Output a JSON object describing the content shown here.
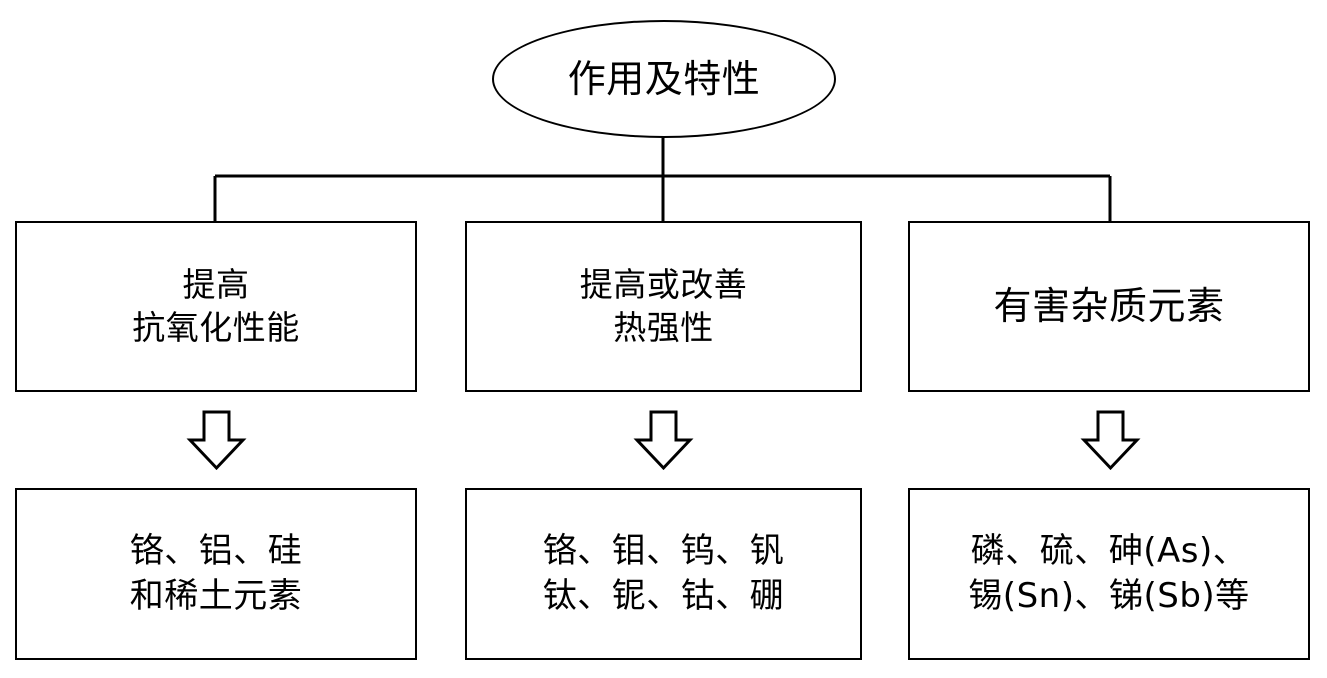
{
  "diagram": {
    "root": {
      "label": "作用及特性",
      "shape": "ellipse"
    },
    "branches": [
      {
        "category_line1": "提高",
        "category_line2": "抗氧化性能",
        "connector_icon": "down-block-arrow-icon",
        "elements_line1": "铬、铝、硅",
        "elements_line2": "和稀土元素"
      },
      {
        "category_line1": "提高或改善",
        "category_line2": "热强性",
        "connector_icon": "down-block-arrow-icon",
        "elements_line1": "铬、钼、钨、钒",
        "elements_line2": "钛、铌、钴、硼"
      },
      {
        "category_line1": "有害杂质元素",
        "category_line2": "",
        "connector_icon": "down-block-arrow-icon",
        "elements_line1": "磷、硫、砷(As)、",
        "elements_line2": "锡(Sn)、锑(Sb)等"
      }
    ],
    "colors": {
      "stroke": "#000000",
      "fill": "#ffffff",
      "text": "#000000"
    }
  }
}
